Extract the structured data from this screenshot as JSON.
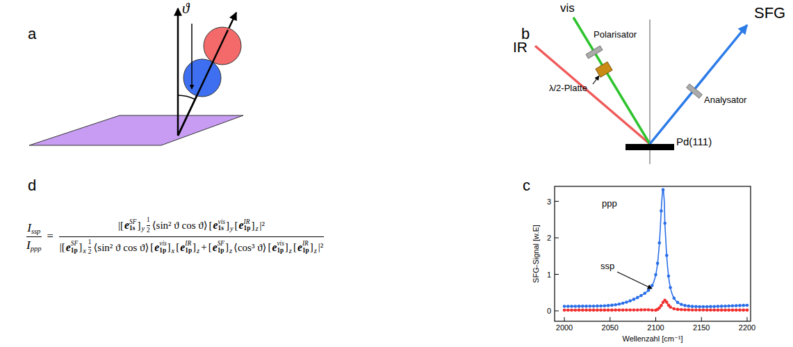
{
  "diagram": {
    "labels": [
      "a",
      "ϑ",
      "b",
      "vis",
      "IR",
      "Polarisator",
      "λ/2-Platte",
      "SFG",
      "Analysator",
      "Pd(111)",
      "c",
      "ppp",
      "ssp",
      "SFG-Signal [w.E]",
      "Wellenzahl [cm⁻¹]",
      "0",
      "1",
      "2",
      "3",
      "2000",
      "2050",
      "2100",
      "2150",
      "2200",
      "d",
      "I",
      "ssp",
      "I",
      "ppp",
      "=",
      "|[",
      "e",
      "SF",
      "1s",
      "]",
      "y",
      "1",
      "2",
      "⟨sin² ϑ cos ϑ⟩",
      "[",
      "e",
      "vis",
      "1s",
      "]",
      "y",
      "[",
      "e",
      "IR",
      "1p",
      "]",
      "z",
      "|²",
      "|[",
      "e",
      "SF",
      "1p",
      "]",
      "x",
      "1",
      "2",
      "⟨sin² ϑ cos ϑ⟩",
      "[",
      "e",
      "vis",
      "1p",
      "]",
      "x",
      "[",
      "e",
      "IR",
      "1p",
      "]",
      "z",
      "+",
      "[",
      "e",
      "SF",
      "1p",
      "]",
      "z",
      "⟨cos³ ϑ⟩",
      "[",
      "e",
      "vis",
      "1p",
      "]",
      "z",
      "[",
      "e",
      "IR",
      "1p",
      "]",
      "z",
      "|²"
    ]
  }
}
